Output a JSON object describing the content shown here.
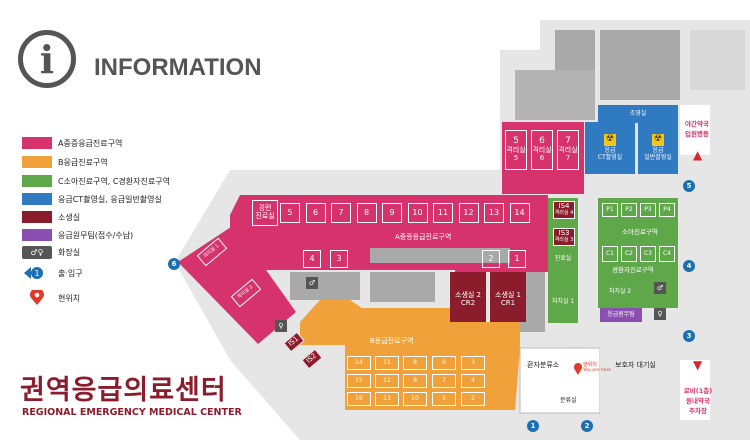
{
  "header": {
    "title": "INFORMATION",
    "icon_letter": "i"
  },
  "legend": [
    {
      "label": "A중증응급진료구역",
      "color": "#d6336c"
    },
    {
      "label": "B응급진료구역",
      "color": "#f0a13a"
    },
    {
      "label": "C소아진료구역, C경환자진료구역",
      "color": "#5fa84a"
    },
    {
      "label": "응급CT촬영실, 응급일반촬영실",
      "color": "#2f7ac0"
    },
    {
      "label": "소생실",
      "color": "#8b1c2c"
    },
    {
      "label": "응급원무팀(접수/수납)",
      "color": "#8a4fb0"
    },
    {
      "label": "화장실",
      "color": "#555555"
    },
    {
      "label": "출·입구",
      "color": "#1a6fb5"
    },
    {
      "label": "현위치",
      "color": "#e03a2a"
    }
  ],
  "title_ko": "권역응급의료센터",
  "title_en": "REGIONAL EMERGENCY MEDICAL CENTER",
  "map": {
    "isolation": [
      "격리실 5",
      "격리실 6",
      "격리실 7"
    ],
    "isolation_nums": [
      "5",
      "6",
      "7"
    ],
    "prep_room": "조영실",
    "ct": "응급\nCT촬영실",
    "xray": "응급\n일반촬영실",
    "night_pharmacy": "야간약국\n입원병동",
    "exam_room": "경련\n진료실",
    "a_zone_label": "A중증응급진료구역",
    "a_top_nums": [
      "5",
      "6",
      "7",
      "8",
      "9",
      "10",
      "11",
      "12",
      "13",
      "14"
    ],
    "a_bottom_nums": [
      "4",
      "3",
      "2",
      "1"
    ],
    "iso_rooms": [
      "격리실 1",
      "격리실 2",
      "격리실 3",
      "격리실 4"
    ],
    "iso_badges": [
      "IS1",
      "IS2",
      "IS3",
      "IS4"
    ],
    "resus": [
      {
        "name": "소생실 2",
        "code": "CR2"
      },
      {
        "name": "소생실 1",
        "code": "CR1"
      }
    ],
    "treat_room": "진료실",
    "procedure_room": "처치실 1",
    "peds_label": "소아진료구역",
    "peds_beds": [
      "P1",
      "P2",
      "P3",
      "P4"
    ],
    "light_label": "경환자진료구역",
    "light_beds": [
      "C1",
      "C2",
      "C3",
      "C4"
    ],
    "procedure_room2": "처치실 2",
    "admin": "응급원무팀",
    "b_zone_label": "B응급진료구역",
    "b_beds": [
      "14",
      "11",
      "8",
      "6",
      "3",
      "15",
      "12",
      "9",
      "7",
      "4",
      "16",
      "13",
      "10",
      "5",
      "2"
    ],
    "triage": "환자분류소",
    "current_loc": "현위치",
    "current_loc_en": "You are here",
    "guardian": "보호자 대기실",
    "triage_sub": "분류실",
    "lobby_pharmacy": "로비(1층)\n원내약국\n주차장",
    "entrances": [
      "1",
      "2",
      "3",
      "4",
      "5"
    ],
    "entrance_left": "6"
  }
}
